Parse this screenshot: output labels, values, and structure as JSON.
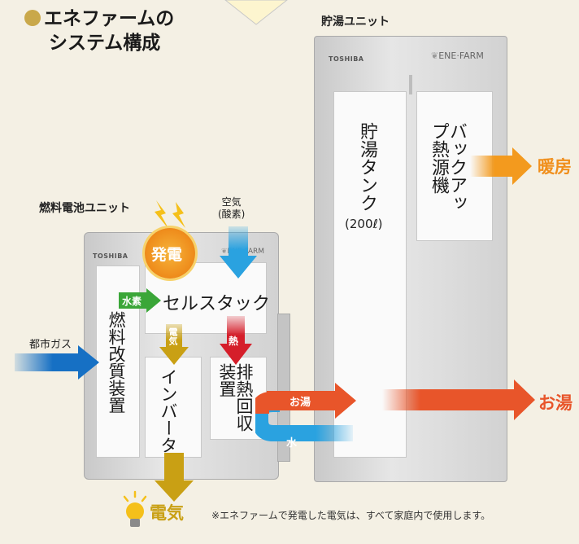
{
  "title_line1": "エネファームの",
  "title_line2": "システム構成",
  "storage_unit_label": "貯湯ユニット",
  "fuel_cell_unit_label": "燃料電池ユニット",
  "brand": "TOSHIBA",
  "logo": "ENE·FARM",
  "storage_tank": "貯湯タンク",
  "storage_capacity": "(200ℓ)",
  "backup_heater": "バックアップ熱源機",
  "heating": "暖房",
  "hot_water": "お湯",
  "air_line1": "空気",
  "air_line2": "(酸素)",
  "power_generation": "発電",
  "hydrogen": "水素",
  "cell_stack": "セルスタック",
  "city_gas": "都市ガス",
  "fuel_processor": "燃料改質装置",
  "electricity_small": "電気",
  "heat_small": "熱",
  "inverter": "インバーター",
  "heat_recovery": "排熱回収装置",
  "hot_water_small": "お湯",
  "water": "水",
  "electricity": "電気",
  "footnote": "※エネファームで発電した電気は、すべて家庭内で使用します。",
  "colors": {
    "orange": "#f39a1e",
    "red_orange": "#e8552a",
    "blue": "#1670c4",
    "cyan": "#2aa2e0",
    "gold": "#c9a84a",
    "green": "#3aa638",
    "red": "#d51e2a"
  }
}
